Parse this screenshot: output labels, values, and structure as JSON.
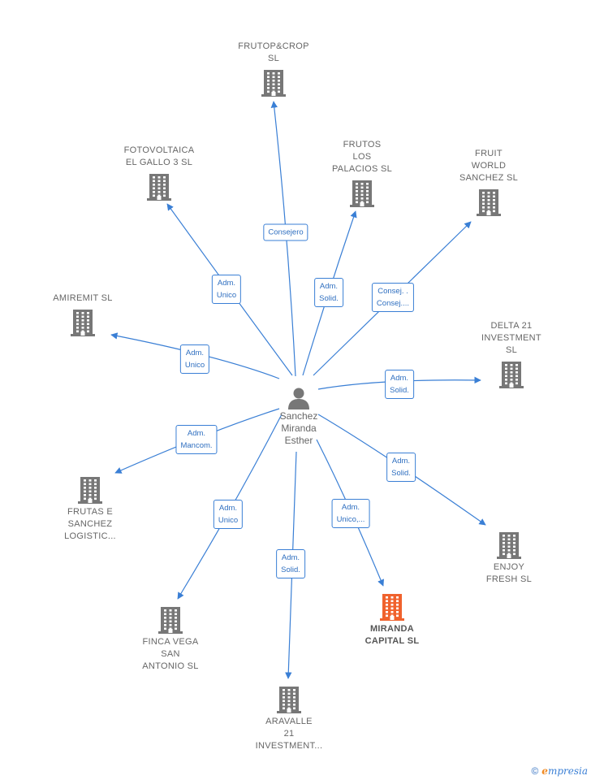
{
  "center": {
    "name": "Sanchez\nMiranda\nEsther",
    "icon": "person-icon"
  },
  "nodes": [
    {
      "id": "frutop",
      "label": "FRUTOP&CROP\nSL",
      "icon": "building-icon",
      "highlight": false
    },
    {
      "id": "fotovoltaica",
      "label": "FOTOVOLTAICA\nEL GALLO 3 SL",
      "icon": "building-icon",
      "highlight": false
    },
    {
      "id": "frutos",
      "label": "FRUTOS\nLOS\nPALACIOS SL",
      "icon": "building-icon",
      "highlight": false
    },
    {
      "id": "fruitworld",
      "label": "FRUIT\nWORLD\nSANCHEZ  SL",
      "icon": "building-icon",
      "highlight": false
    },
    {
      "id": "amiremit",
      "label": "AMIREMIT SL",
      "icon": "building-icon",
      "highlight": false
    },
    {
      "id": "delta",
      "label": "DELTA 21\nINVESTMENT\nSL",
      "icon": "building-icon",
      "highlight": false
    },
    {
      "id": "frutase",
      "label": "FRUTAS E\nSANCHEZ\nLOGISTIC...",
      "icon": "building-icon",
      "highlight": false
    },
    {
      "id": "enjoy",
      "label": "ENJOY\nFRESH SL",
      "icon": "building-icon",
      "highlight": false
    },
    {
      "id": "finca",
      "label": "FINCA VEGA\nSAN\nANTONIO  SL",
      "icon": "building-icon",
      "highlight": false
    },
    {
      "id": "miranda",
      "label": "MIRANDA\nCAPITAL  SL",
      "icon": "building-icon",
      "highlight": true
    },
    {
      "id": "aravalle",
      "label": "ARAVALLE\n21\nINVESTMENT...",
      "icon": "building-icon",
      "highlight": false
    }
  ],
  "edges": [
    {
      "to": "frutop",
      "label": "Consejero"
    },
    {
      "to": "fotovoltaica",
      "label": "Adm.\nUnico"
    },
    {
      "to": "frutos",
      "label": "Adm.\nSolid."
    },
    {
      "to": "fruitworld",
      "label": "Consej. .\nConsej...."
    },
    {
      "to": "amiremit",
      "label": "Adm.\nUnico"
    },
    {
      "to": "delta",
      "label": "Adm.\nSolid."
    },
    {
      "to": "frutase",
      "label": "Adm.\nMancom."
    },
    {
      "to": "enjoy",
      "label": "Adm.\nSolid."
    },
    {
      "to": "finca",
      "label": "Adm.\nUnico"
    },
    {
      "to": "miranda",
      "label": "Adm.\nUnico,..."
    },
    {
      "to": "aravalle",
      "label": "Adm.\nSolid."
    }
  ],
  "colors": {
    "edge": "#3a7fd5",
    "building": "#777777",
    "highlight": "#f0622d",
    "person": "#777777"
  },
  "footer": {
    "copyright": "©",
    "brand_initial": "e",
    "brand_rest": "mpresia"
  }
}
